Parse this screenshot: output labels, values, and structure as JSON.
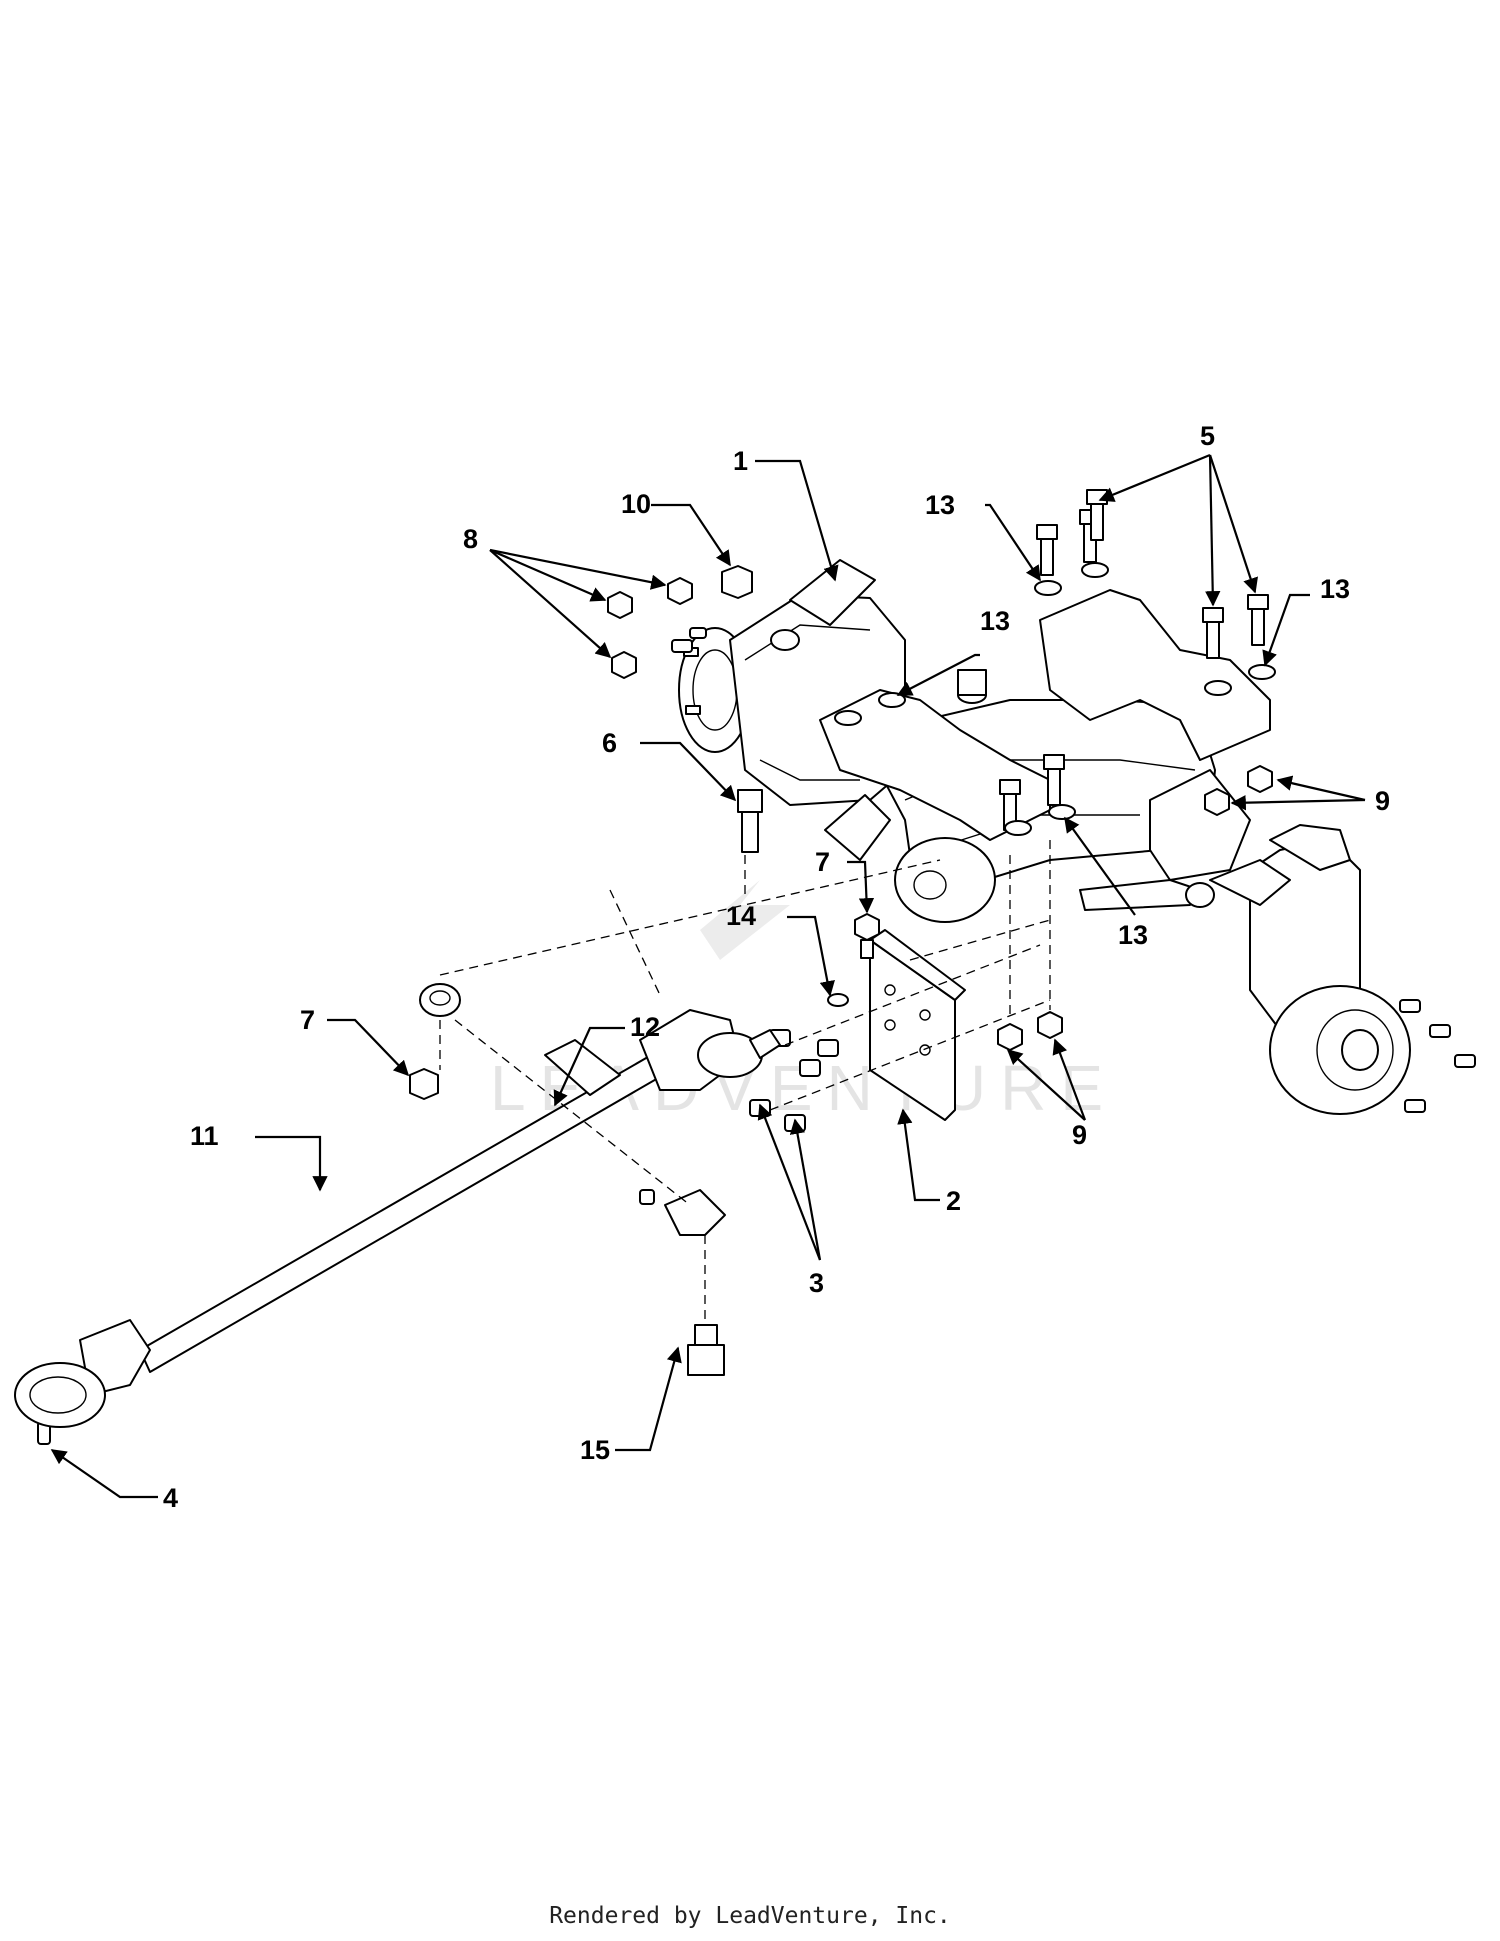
{
  "watermark": "LEADVENTURE",
  "footer": "Rendered by LeadVenture, Inc.",
  "callouts": [
    {
      "id": "c1",
      "label": "1"
    },
    {
      "id": "c2",
      "label": "2"
    },
    {
      "id": "c3",
      "label": "3"
    },
    {
      "id": "c4",
      "label": "4"
    },
    {
      "id": "c5",
      "label": "5"
    },
    {
      "id": "c6",
      "label": "6"
    },
    {
      "id": "c7a",
      "label": "7"
    },
    {
      "id": "c7b",
      "label": "7"
    },
    {
      "id": "c8",
      "label": "8"
    },
    {
      "id": "c9a",
      "label": "9"
    },
    {
      "id": "c9b",
      "label": "9"
    },
    {
      "id": "c10",
      "label": "10"
    },
    {
      "id": "c11",
      "label": "11"
    },
    {
      "id": "c12",
      "label": "12"
    },
    {
      "id": "c13a",
      "label": "13"
    },
    {
      "id": "c13b",
      "label": "13"
    },
    {
      "id": "c13c",
      "label": "13"
    },
    {
      "id": "c13d",
      "label": "13"
    },
    {
      "id": "c14",
      "label": "14"
    },
    {
      "id": "c15",
      "label": "15"
    }
  ]
}
